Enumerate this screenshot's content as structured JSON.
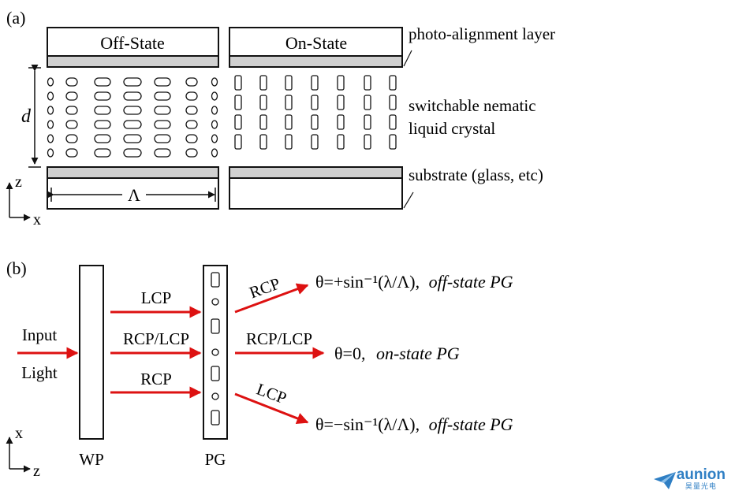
{
  "panel_a": {
    "label": "(a)",
    "off_state": "Off-State",
    "on_state": "On-State",
    "photo_alignment_layer": "photo-alignment layer",
    "lc_line1": "switchable nematic",
    "lc_line2": "liquid crystal",
    "substrate": "substrate (glass, etc)",
    "thickness_symbol": "d",
    "period_symbol": "Λ",
    "axis_vertical": "z",
    "axis_horizontal": "x"
  },
  "panel_b": {
    "label": "(b)",
    "input_line1": "Input",
    "input_line2": "Light",
    "wp_label": "WP",
    "pg_label": "PG",
    "beam_top_in": "LCP",
    "beam_mid_in": "RCP/LCP",
    "beam_bot_in": "RCP",
    "beam_top_out": "RCP",
    "beam_mid_out": "RCP/LCP",
    "beam_bot_out": "LCP",
    "eq_top": "θ=+sin⁻¹(λ/Λ),",
    "eq_top_state": "off-state PG",
    "eq_mid": "θ=0,",
    "eq_mid_state": "on-state PG",
    "eq_bot": "θ=−sin⁻¹(λ/Λ),",
    "eq_bot_state": "off-state PG",
    "axis_vertical": "x",
    "axis_horizontal": "z"
  },
  "colors": {
    "beam": "#dd1111",
    "layer": "#d0d0d0",
    "ink": "#111111",
    "logo": "#2f7fc4"
  },
  "logo": {
    "text": "aunion",
    "subtitle": "昊量光电"
  }
}
